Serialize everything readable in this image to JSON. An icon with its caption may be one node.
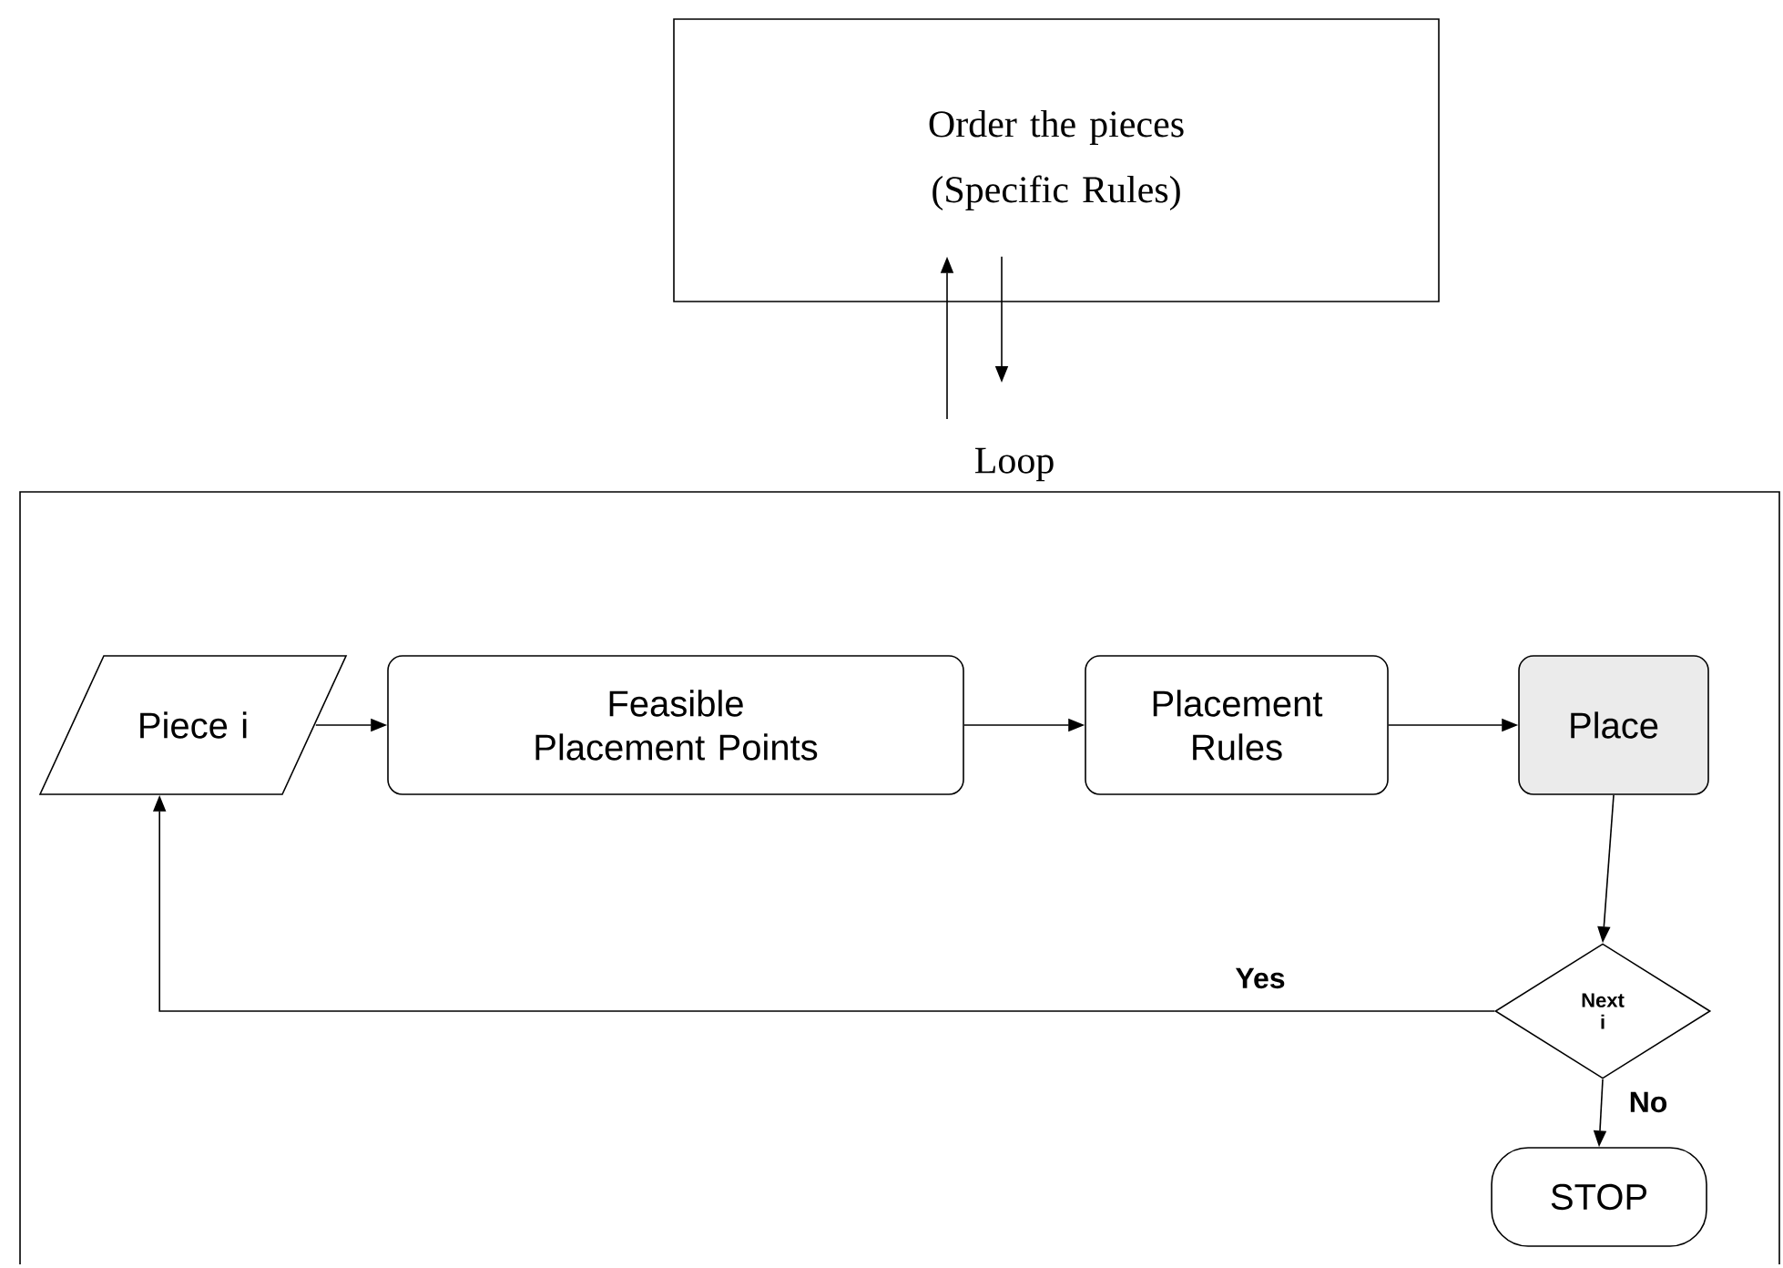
{
  "diagram": {
    "nodes": [
      {
        "text": [
          "Order  the pieces",
          "(Specific Rules)"
        ]
      },
      {
        "text": [],
        "shape": "box"
      },
      {
        "text": [
          "Piece i"
        ],
        "in": 1
      },
      {
        "text": [
          "Feasible Placement Points"
        ],
        "in": 1
      },
      {
        "text": [
          "Placement Rules"
        ],
        "in": 1
      },
      {
        "text": [
          "Place"
        ],
        "in": 1
      },
      {
        "text": [
          "Next i"
        ],
        "in": 1
      },
      {
        "text": [
          "STOP"
        ],
        "in": 1
      }
    ],
    "edges": [
      {
        "from": null,
        "to": 0,
        "arrow": "to"
      },
      {
        "from": 0,
        "to": null,
        "arrow": "to"
      },
      {
        "from": 2,
        "to": 3,
        "arrow": "to"
      },
      {
        "from": 3,
        "to": 4,
        "arrow": "to"
      },
      {
        "from": 4,
        "to": 5,
        "arrow": "to"
      },
      {
        "from": 5,
        "to": 6,
        "arrow": "to"
      },
      {
        "from": 6,
        "to": 2,
        "arrow": "to",
        "label": "Yes"
      },
      {
        "from": 6,
        "to": 7,
        "arrow": "to",
        "label": "No"
      }
    ],
    "labels": [
      "Loop"
    ]
  }
}
